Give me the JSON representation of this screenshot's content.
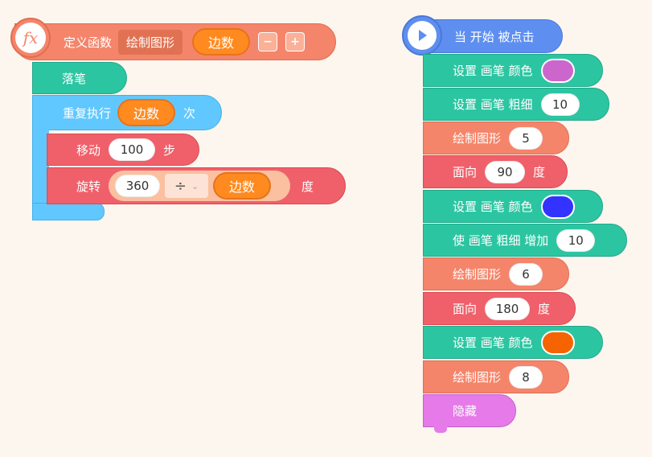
{
  "def": {
    "fx_icon": "fx",
    "label": "定义函数",
    "name": "绘制图形",
    "param": "边数",
    "minus": "−",
    "plus": "+"
  },
  "left": {
    "pen_down": "落笔",
    "repeat": {
      "label": "重复执行",
      "count_var": "边数",
      "unit": "次"
    },
    "move": {
      "label": "移动",
      "value": "100",
      "unit": "步"
    },
    "turn": {
      "label": "旋转",
      "numerator": "360",
      "op": "÷",
      "divisor_var": "边数",
      "unit": "度"
    }
  },
  "right": {
    "hat_label": "当 开始 被点击",
    "set_color_1": {
      "label": "设置 画笔 颜色",
      "color": "#cc66cc"
    },
    "set_width": {
      "label": "设置 画笔 粗细",
      "value": "10"
    },
    "draw_1": {
      "label": "绘制图形",
      "value": "5"
    },
    "face_1": {
      "label": "面向",
      "value": "90",
      "unit": "度"
    },
    "set_color_2": {
      "label": "设置 画笔 颜色",
      "color": "#3333ff"
    },
    "inc_width": {
      "label": "使 画笔 粗细 增加",
      "value": "10"
    },
    "draw_2": {
      "label": "绘制图形",
      "value": "6"
    },
    "face_2": {
      "label": "面向",
      "value": "180",
      "unit": "度"
    },
    "set_color_3": {
      "label": "设置 画笔 颜色",
      "color": "#f56400"
    },
    "draw_3": {
      "label": "绘制图形",
      "value": "8"
    },
    "hide": "隐藏"
  }
}
